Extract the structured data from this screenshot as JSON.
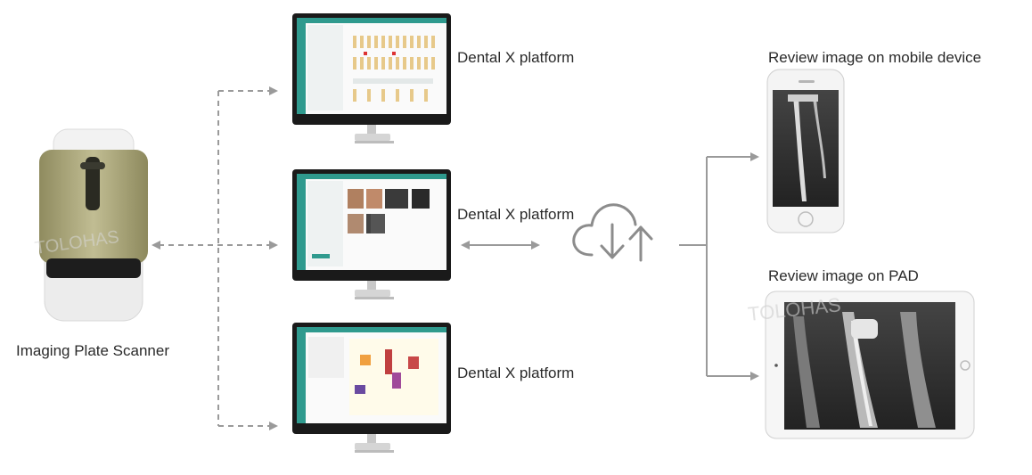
{
  "labels": {
    "scanner": "Imaging Plate Scanner",
    "platform_1": "Dental X platform",
    "platform_2": "Dental X platform",
    "platform_3": "Dental X platform",
    "mobile": "Review image on mobile device",
    "pad": "Review image on PAD"
  },
  "watermark": "TOLOHAS",
  "colors": {
    "arrow": "#9a9a9a",
    "scanner_body": "#a7a47a",
    "scanner_base": "#eeeeee",
    "screen_teal": "#2f9a8e",
    "monitor_frame": "#1a1a1a",
    "monitor_stand": "#c8c8c8"
  },
  "icons": {
    "cloud": "cloud-sync-icon"
  }
}
